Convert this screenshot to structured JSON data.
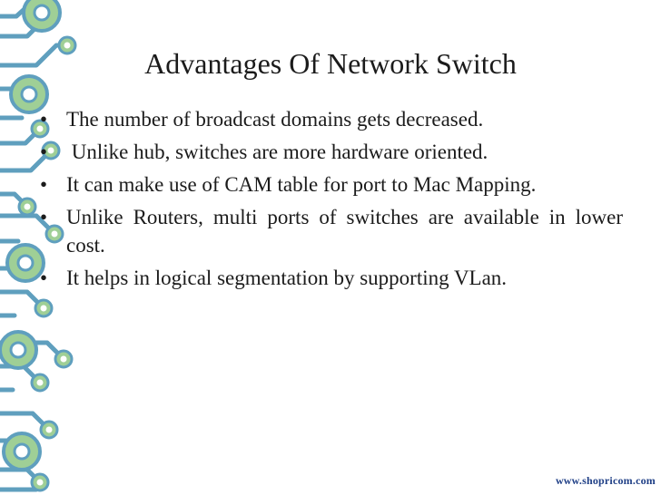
{
  "slide": {
    "title": "Advantages Of Network Switch",
    "bullets": [
      "The number of broadcast domains gets decreased.",
      " Unlike hub, switches are more hardware oriented.",
      "It can make use of CAM table for port to Mac Mapping.",
      "Unlike Routers, multi ports of switches are available in lower cost.",
      "It helps in logical segmentation by supporting VLan."
    ],
    "bullet_marker": "•",
    "footer_url": "www.shopricom.com"
  },
  "colors": {
    "circuit_trace": "#5f9fbe",
    "circuit_pad": "#9fcf96",
    "text": "#1b1b1b",
    "footer": "#1f3f86"
  },
  "decoration": {
    "left_border": "circuit-board-pattern"
  }
}
